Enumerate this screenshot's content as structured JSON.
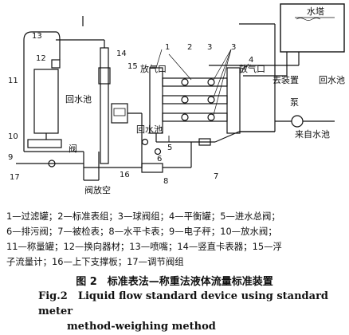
{
  "diagram": {
    "labels": {
      "water_tower": "水塔",
      "to_device": "去装置",
      "return_pool_right": "回水池",
      "pump": "泵",
      "from_pool": "来自水池",
      "return_pool_left": "回水池",
      "valve": "阀",
      "valve_vent": "阀放空",
      "vent_left": "放气口",
      "vent_right": "放气口",
      "return_pool_mid": "回水池"
    },
    "part_numbers": [
      "1",
      "2",
      "3",
      "3",
      "4",
      "5",
      "6",
      "7",
      "8",
      "9",
      "10",
      "11",
      "12",
      "13",
      "14",
      "15",
      "16",
      "17"
    ]
  },
  "legend": {
    "line1": "1—过滤罐；2—标准表组；3—球阀组；4—平衡罐；5—进水总阀；",
    "line2": "6—排污阀；7—被检表；8—水平卡表；9—电子秤；10—放水阀；",
    "line3": "11—称量罐；12—换向器材；13—喷嘴；14—竖直卡表器；15—浮",
    "line4": "子流量计；16—上下支撑板；17—调节阀组"
  },
  "caption": {
    "zh": "图 2　标准表法—称重法液体流量标准装置",
    "en_line1": "Fig.2　Liquid flow standard device using standard meter",
    "en_line2": "method-weighing method"
  }
}
